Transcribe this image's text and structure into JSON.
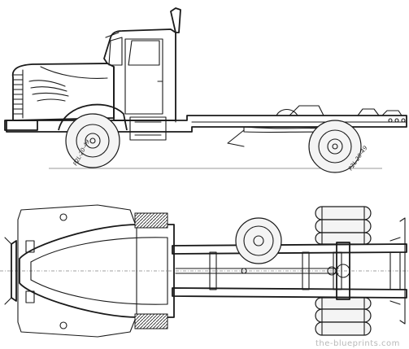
{
  "side_view": {
    "front_tyre_label": "P2L-20-49",
    "rear_tyre_label": "P2L-20-49"
  },
  "watermark": "the-blueprints.com",
  "colors": {
    "ink": "#1a1a1a",
    "paper": "#ffffff",
    "watermark": "#b8b8b8"
  }
}
